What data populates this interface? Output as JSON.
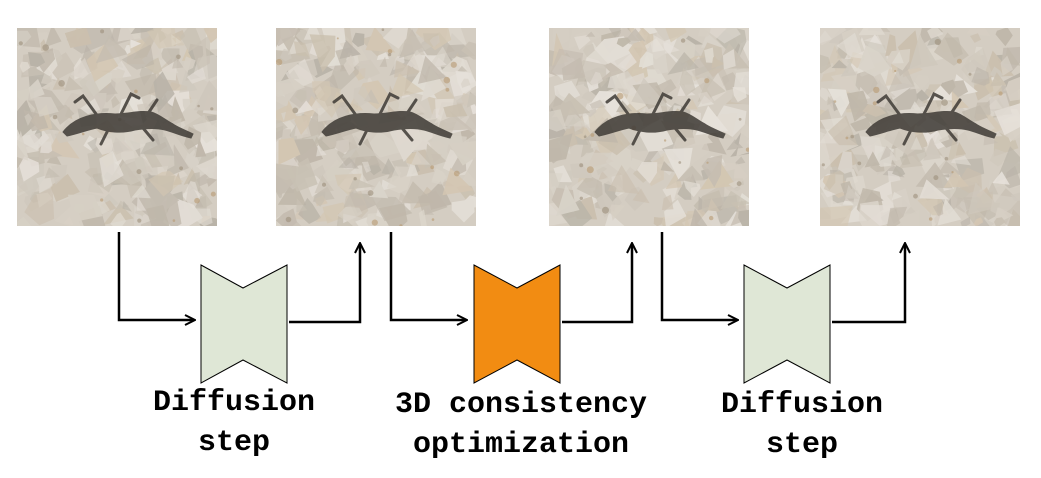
{
  "images": [
    {
      "name": "noisy-lizard-image-1",
      "icon": "lizard-on-rock-image"
    },
    {
      "name": "noisy-lizard-image-2",
      "icon": "lizard-on-rock-image"
    },
    {
      "name": "noisy-lizard-image-3",
      "icon": "lizard-on-rock-image"
    },
    {
      "name": "noisy-lizard-image-4",
      "icon": "lizard-on-rock-image"
    }
  ],
  "blocks": [
    {
      "type": "diffusion",
      "color": "#dfe7d6",
      "caption_line1": "Diffusion",
      "caption_line2": "step"
    },
    {
      "type": "optimization",
      "color": "#f28c12",
      "caption_line1": "3D consistency",
      "caption_line2": "optimization"
    },
    {
      "type": "diffusion",
      "color": "#dfe7d6",
      "caption_line1": "Diffusion",
      "caption_line2": "step"
    }
  ]
}
